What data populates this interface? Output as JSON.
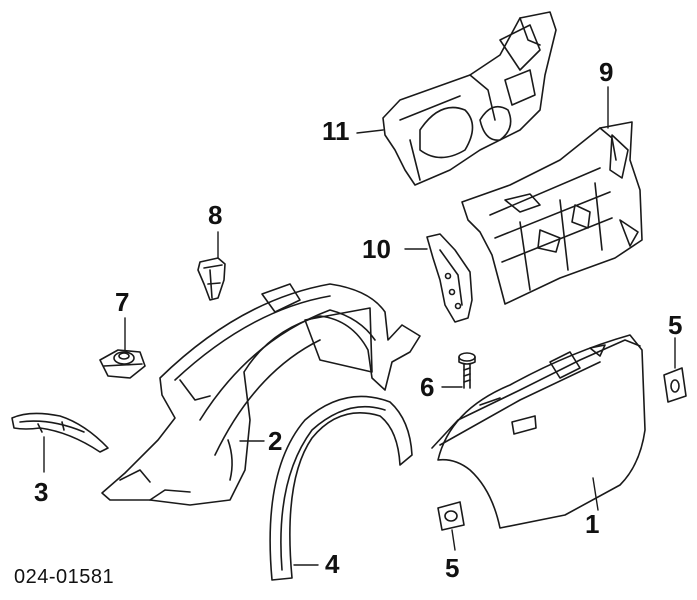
{
  "callouts": {
    "c1": "1",
    "c2": "2",
    "c3": "3",
    "c4": "4",
    "c5a": "5",
    "c5b": "5",
    "c6": "6",
    "c7": "7",
    "c8": "8",
    "c9": "9",
    "c10": "10",
    "c11": "11"
  },
  "diagram_code": "024-01581"
}
